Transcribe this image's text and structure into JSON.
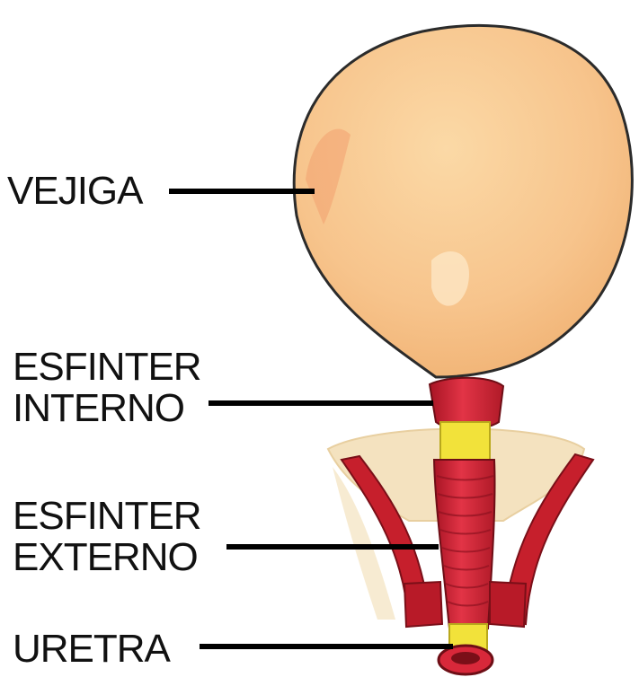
{
  "labels": {
    "bladder": "VEJIGA",
    "internal_sphincter_line1": "ESFINTER",
    "internal_sphincter_line2": "INTERNO",
    "external_sphincter_line1": "ESFINTER",
    "external_sphincter_line2": "EXTERNO",
    "urethra": "URETRA"
  },
  "colors": {
    "bladder_fill": "#F7C48C",
    "bladder_outline": "#2B2B2B",
    "sphincter_red": "#D8283A",
    "urethra_yellow": "#F2E23A",
    "pelvic_tissue": "#F4E2BF",
    "muscle_red": "#C61F2C",
    "text": "#111111"
  }
}
